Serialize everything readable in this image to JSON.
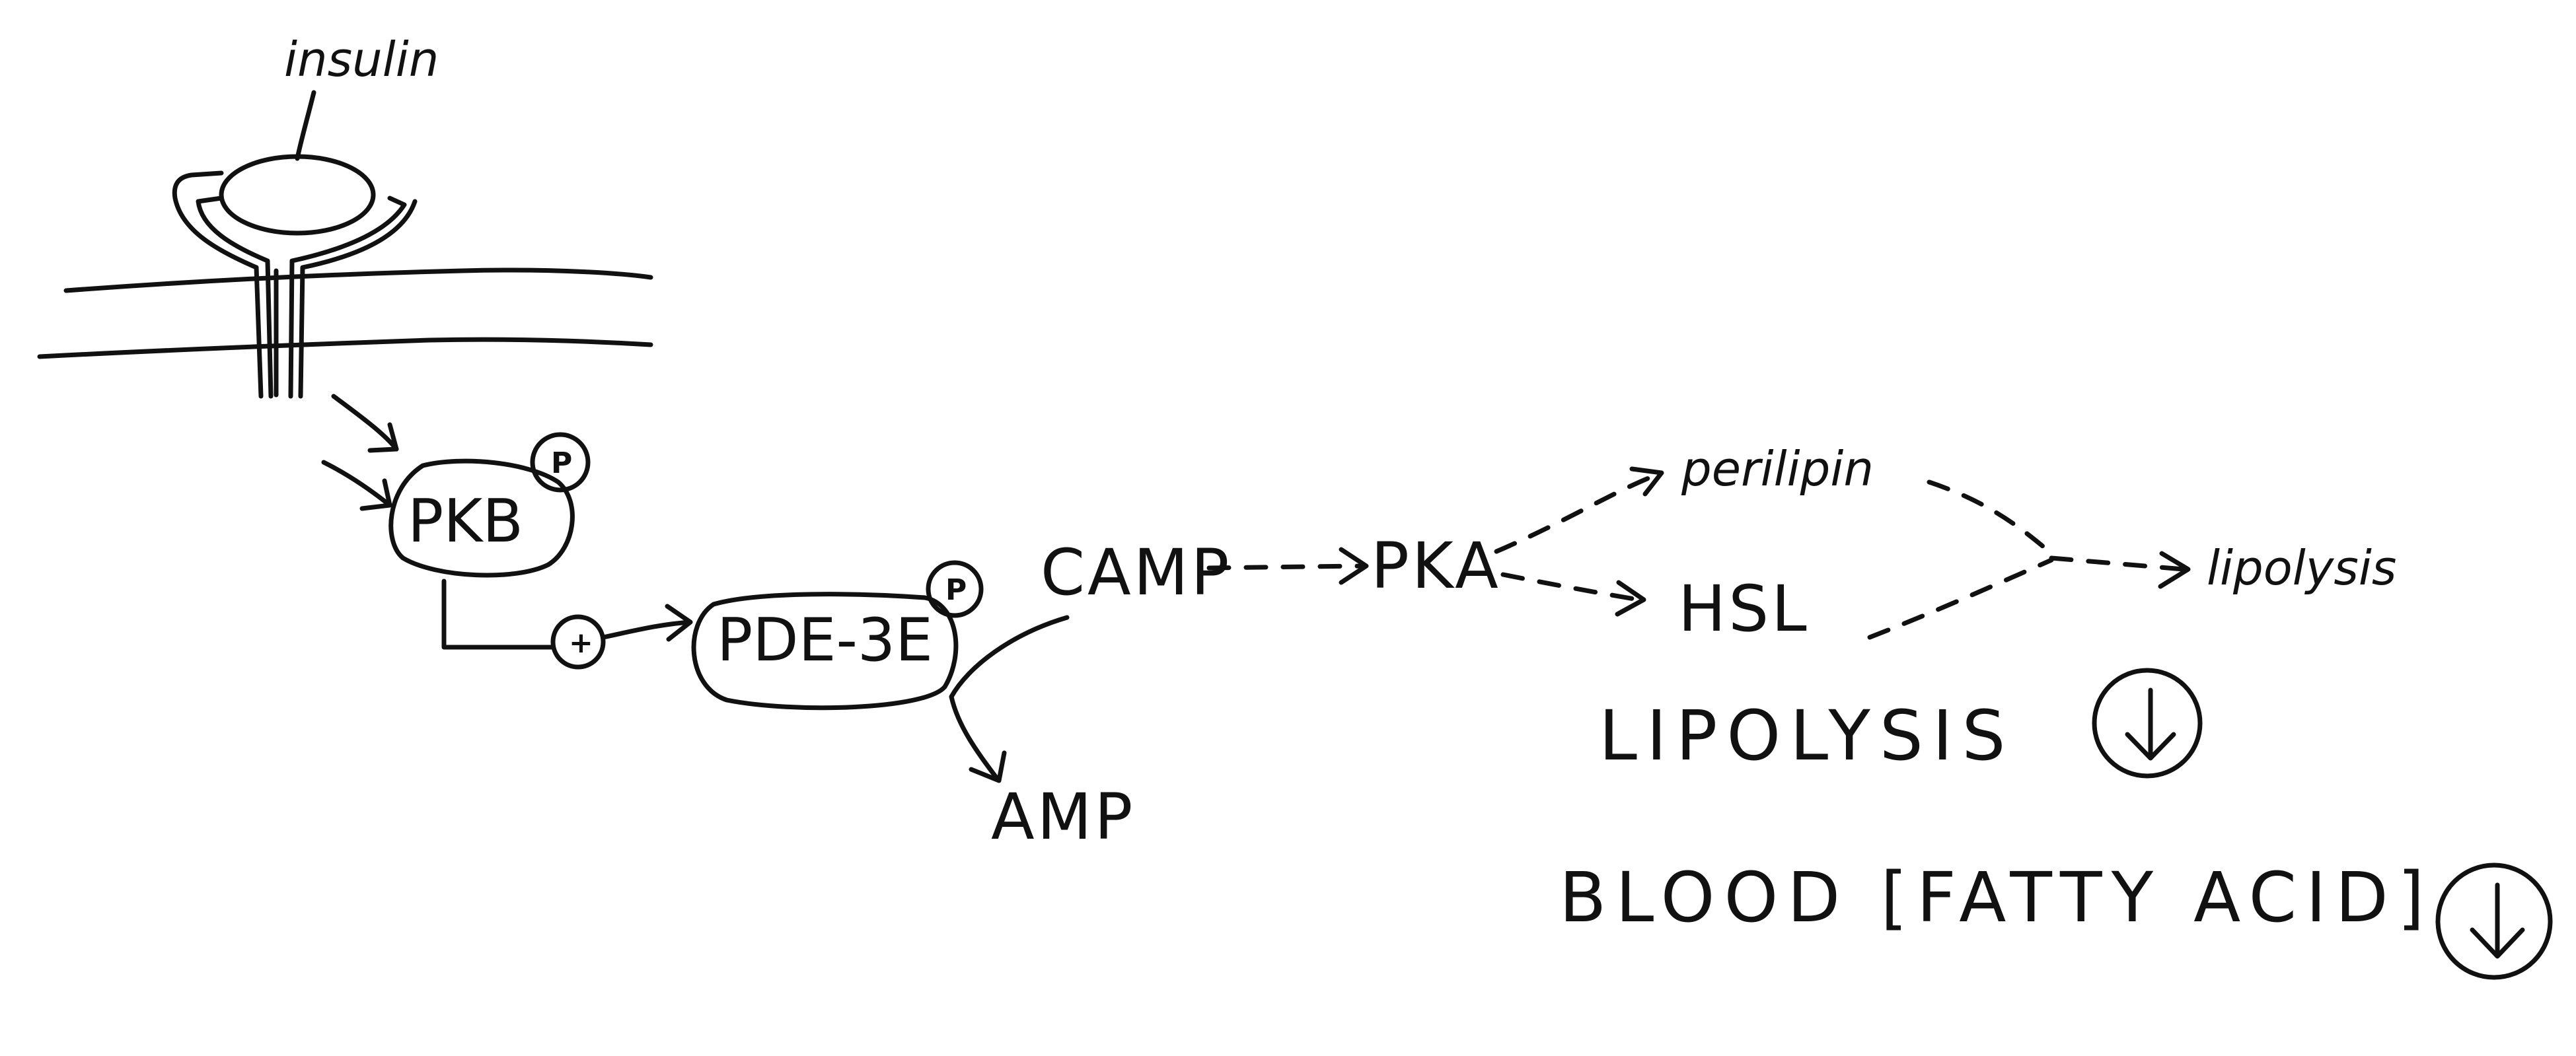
{
  "labels": {
    "insulin": "insulin",
    "pkb": "PKB",
    "p_pkb": "P",
    "plus": "+",
    "pde": "PDE-3E",
    "p_pde": "P",
    "camp": "CAMP",
    "amp": "AMP",
    "pka": "PKA",
    "perilipin": "perilipin",
    "hsl": "HSL",
    "lipolysis": "lipolysis"
  },
  "outcomes": [
    {
      "text": "LIPOLYSIS",
      "direction": "down",
      "icon": "down-arrow-circle-icon"
    },
    {
      "text": "BLOOD [FATTY ACID]",
      "direction": "down",
      "icon": "down-arrow-circle-icon"
    }
  ]
}
